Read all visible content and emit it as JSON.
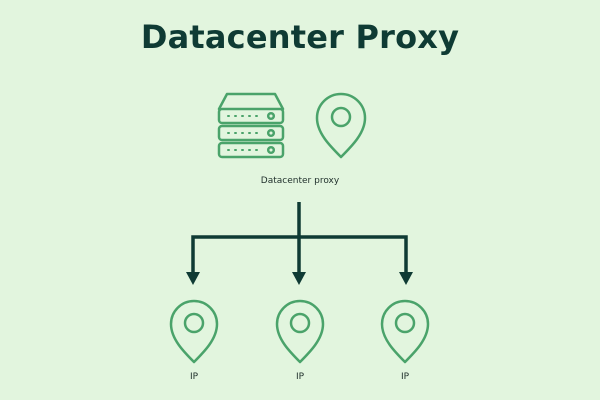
{
  "title": "Datacenter Proxy",
  "proxy": {
    "label": "Datacenter proxy",
    "server_icon": "server-rack-icon",
    "location_icon": "map-pin-icon"
  },
  "targets": [
    {
      "label": "IP",
      "icon": "map-pin-icon"
    },
    {
      "label": "IP",
      "icon": "map-pin-icon"
    },
    {
      "label": "IP",
      "icon": "map-pin-icon"
    }
  ],
  "colors": {
    "background": "#e2f5de",
    "title": "#0f3b34",
    "icon_stroke": "#4aa36a",
    "connector": "#0f3b34"
  }
}
